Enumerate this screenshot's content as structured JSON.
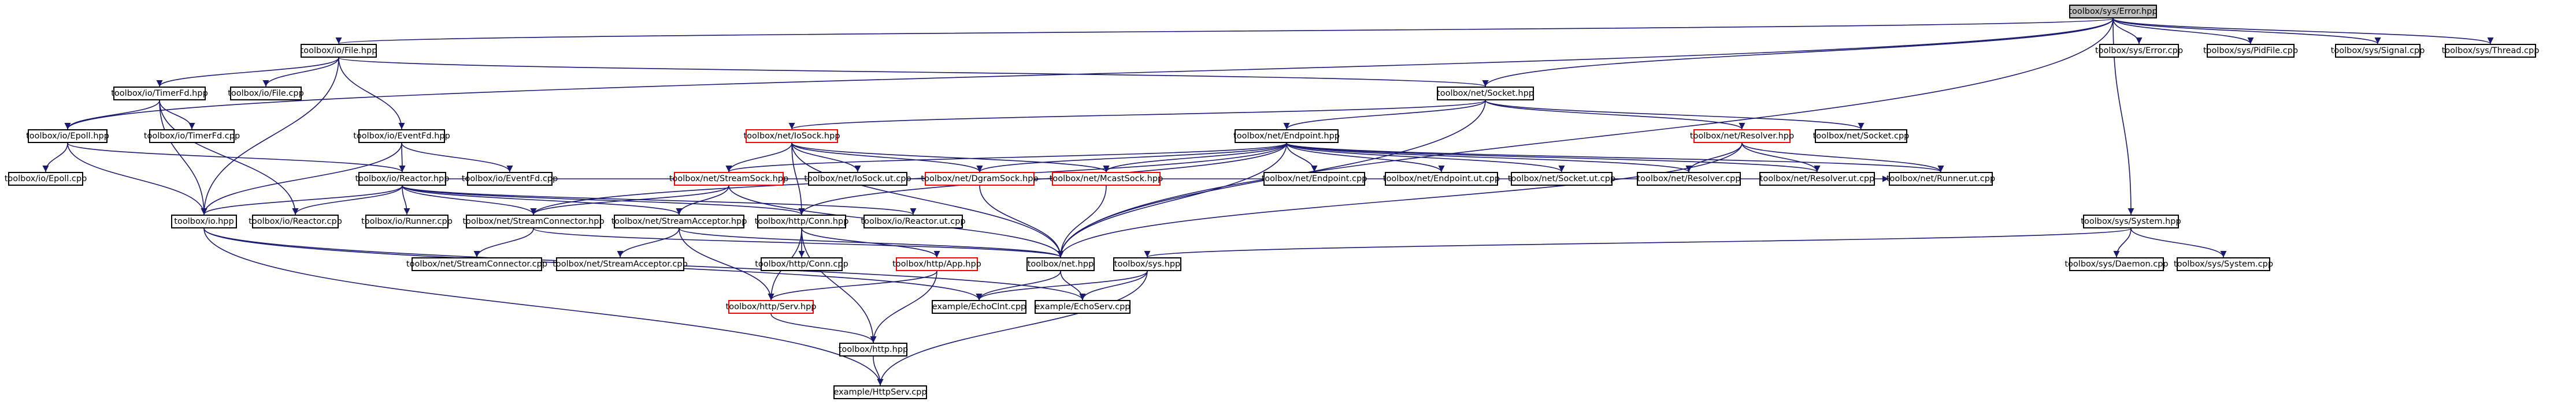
{
  "graph": {
    "root": "toolbox/sys/Error.hpp",
    "colors": {
      "edge": "#191970",
      "border": "#000000",
      "truncated_border": "#ff0000",
      "root_fill": "#bfbfbf"
    },
    "nodes": {
      "error_hpp": "toolbox/sys/Error.hpp",
      "io_file_hpp": "toolbox/io/File.hpp",
      "sys_error_cpp": "toolbox/sys/Error.cpp",
      "sys_pidfile_cpp": "toolbox/sys/PidFile.cpp",
      "sys_signal_cpp": "toolbox/sys/Signal.cpp",
      "sys_thread_cpp": "toolbox/sys/Thread.cpp",
      "io_timerfd_hpp": "toolbox/io/TimerFd.hpp",
      "io_file_cpp": "toolbox/io/File.cpp",
      "net_socket_hpp": "toolbox/net/Socket.hpp",
      "io_epoll_hpp": "toolbox/io/Epoll.hpp",
      "io_timerfd_cpp": "toolbox/io/TimerFd.cpp",
      "io_eventfd_hpp": "toolbox/io/EventFd.hpp",
      "net_iosock_hpp": "toolbox/net/IoSock.hpp",
      "net_endpoint_hpp": "toolbox/net/Endpoint.hpp",
      "net_resolver_hpp": "toolbox/net/Resolver.hpp",
      "net_socket_cpp": "toolbox/net/Socket.cpp",
      "io_epoll_cpp": "toolbox/io/Epoll.cpp",
      "io_reactor_hpp": "toolbox/io/Reactor.hpp",
      "io_eventfd_cpp": "toolbox/io/EventFd.cpp",
      "net_streamsock_hpp": "toolbox/net/StreamSock.hpp",
      "net_iosock_ut_cpp": "toolbox/net/IoSock.ut.cpp",
      "net_dgramsock_hpp": "toolbox/net/DgramSock.hpp",
      "net_mcastsock_hpp": "toolbox/net/McastSock.hpp",
      "net_endpoint_cpp": "toolbox/net/Endpoint.cpp",
      "net_endpoint_ut_cpp": "toolbox/net/Endpoint.ut.cpp",
      "net_socket_ut_cpp": "toolbox/net/Socket.ut.cpp",
      "net_resolver_cpp": "toolbox/net/Resolver.cpp",
      "net_resolver_ut_cpp": "toolbox/net/Resolver.ut.cpp",
      "net_runner_ut_cpp": "toolbox/net/Runner.ut.cpp",
      "io_hpp": "toolbox/io.hpp",
      "io_reactor_cpp": "toolbox/io/Reactor.cpp",
      "io_runner_cpp": "toolbox/io/Runner.cpp",
      "net_streamconnector_hpp": "toolbox/net/StreamConnector.hpp",
      "net_streamacceptor_hpp": "toolbox/net/StreamAcceptor.hpp",
      "http_conn_hpp": "toolbox/http/Conn.hpp",
      "io_reactor_ut_cpp": "toolbox/io/Reactor.ut.cpp",
      "sys_system_hpp": "toolbox/sys/System.hpp",
      "net_streamconnector_cpp": "toolbox/net/StreamConnector.cpp",
      "net_streamacceptor_cpp": "toolbox/net/StreamAcceptor.cpp",
      "http_conn_cpp": "toolbox/http/Conn.cpp",
      "http_app_hpp": "toolbox/http/App.hpp",
      "net_hpp": "toolbox/net.hpp",
      "sys_hpp": "toolbox/sys.hpp",
      "sys_daemon_cpp": "toolbox/sys/Daemon.cpp",
      "sys_system_cpp": "toolbox/sys/System.cpp",
      "http_serv_hpp": "toolbox/http/Serv.hpp",
      "example_echoclnt_cpp": "example/EchoClnt.cpp",
      "example_echoserv_cpp": "example/EchoServ.cpp",
      "http_hpp": "toolbox/http.hpp",
      "example_httpserv_cpp": "example/HttpServ.cpp"
    },
    "truncated_nodes": [
      "net_iosock_hpp",
      "net_resolver_hpp",
      "net_streamsock_hpp",
      "net_dgramsock_hpp",
      "net_mcastsock_hpp",
      "http_app_hpp",
      "http_serv_hpp"
    ],
    "edges": [
      [
        "error_hpp",
        "io_file_hpp"
      ],
      [
        "error_hpp",
        "sys_error_cpp"
      ],
      [
        "error_hpp",
        "sys_pidfile_cpp"
      ],
      [
        "error_hpp",
        "sys_signal_cpp"
      ],
      [
        "error_hpp",
        "sys_thread_cpp"
      ],
      [
        "error_hpp",
        "io_epoll_hpp"
      ],
      [
        "error_hpp",
        "net_socket_hpp"
      ],
      [
        "error_hpp",
        "sys_system_hpp"
      ],
      [
        "error_hpp",
        "net_hpp"
      ],
      [
        "io_file_hpp",
        "io_timerfd_hpp"
      ],
      [
        "io_file_hpp",
        "io_file_cpp"
      ],
      [
        "io_file_hpp",
        "net_socket_hpp"
      ],
      [
        "io_file_hpp",
        "io_eventfd_hpp"
      ],
      [
        "io_file_hpp",
        "io_hpp"
      ],
      [
        "io_timerfd_hpp",
        "io_epoll_hpp"
      ],
      [
        "io_timerfd_hpp",
        "io_timerfd_cpp"
      ],
      [
        "io_timerfd_hpp",
        "io_hpp"
      ],
      [
        "io_timerfd_hpp",
        "io_reactor_cpp"
      ],
      [
        "io_epoll_hpp",
        "io_epoll_cpp"
      ],
      [
        "io_epoll_hpp",
        "io_reactor_hpp"
      ],
      [
        "io_epoll_hpp",
        "io_hpp"
      ],
      [
        "io_eventfd_hpp",
        "io_eventfd_cpp"
      ],
      [
        "io_eventfd_hpp",
        "io_reactor_hpp"
      ],
      [
        "io_eventfd_hpp",
        "io_hpp"
      ],
      [
        "net_socket_hpp",
        "net_iosock_hpp"
      ],
      [
        "net_socket_hpp",
        "net_endpoint_hpp"
      ],
      [
        "net_socket_hpp",
        "net_resolver_hpp"
      ],
      [
        "net_socket_hpp",
        "net_socket_cpp"
      ],
      [
        "net_socket_hpp",
        "net_hpp"
      ],
      [
        "net_iosock_hpp",
        "net_streamsock_hpp"
      ],
      [
        "net_iosock_hpp",
        "net_iosock_ut_cpp"
      ],
      [
        "net_iosock_hpp",
        "net_dgramsock_hpp"
      ],
      [
        "net_iosock_hpp",
        "net_mcastsock_hpp"
      ],
      [
        "net_iosock_hpp",
        "net_hpp"
      ],
      [
        "net_iosock_hpp",
        "http_conn_hpp"
      ],
      [
        "net_endpoint_hpp",
        "net_streamsock_hpp"
      ],
      [
        "net_endpoint_hpp",
        "net_dgramsock_hpp"
      ],
      [
        "net_endpoint_hpp",
        "net_mcastsock_hpp"
      ],
      [
        "net_endpoint_hpp",
        "net_endpoint_cpp"
      ],
      [
        "net_endpoint_hpp",
        "net_endpoint_ut_cpp"
      ],
      [
        "net_endpoint_hpp",
        "net_socket_ut_cpp"
      ],
      [
        "net_endpoint_hpp",
        "net_resolver_cpp"
      ],
      [
        "net_endpoint_hpp",
        "net_resolver_ut_cpp"
      ],
      [
        "net_endpoint_hpp",
        "net_runner_ut_cpp"
      ],
      [
        "net_endpoint_hpp",
        "net_hpp"
      ],
      [
        "net_endpoint_hpp",
        "http_conn_hpp"
      ],
      [
        "net_endpoint_hpp",
        "net_streamconnector_hpp"
      ],
      [
        "net_resolver_hpp",
        "net_resolver_cpp"
      ],
      [
        "net_resolver_hpp",
        "net_resolver_ut_cpp"
      ],
      [
        "net_resolver_hpp",
        "net_runner_ut_cpp"
      ],
      [
        "net_resolver_hpp",
        "net_hpp"
      ],
      [
        "io_reactor_hpp",
        "io_hpp"
      ],
      [
        "io_reactor_hpp",
        "io_reactor_cpp"
      ],
      [
        "io_reactor_hpp",
        "io_runner_cpp"
      ],
      [
        "io_reactor_hpp",
        "net_streamconnector_hpp"
      ],
      [
        "io_reactor_hpp",
        "net_streamacceptor_hpp"
      ],
      [
        "io_reactor_hpp",
        "http_conn_hpp"
      ],
      [
        "io_reactor_hpp",
        "io_reactor_ut_cpp"
      ],
      [
        "io_reactor_hpp",
        "net_runner_ut_cpp"
      ],
      [
        "net_streamsock_hpp",
        "net_streamconnector_hpp"
      ],
      [
        "net_streamsock_hpp",
        "net_streamacceptor_hpp"
      ],
      [
        "net_streamsock_hpp",
        "net_hpp"
      ],
      [
        "net_dgramsock_hpp",
        "net_hpp"
      ],
      [
        "net_mcastsock_hpp",
        "net_hpp"
      ],
      [
        "net_streamconnector_hpp",
        "net_streamconnector_cpp"
      ],
      [
        "net_streamconnector_hpp",
        "net_hpp"
      ],
      [
        "net_streamacceptor_hpp",
        "net_streamacceptor_cpp"
      ],
      [
        "net_streamacceptor_hpp",
        "net_hpp"
      ],
      [
        "net_streamacceptor_hpp",
        "http_serv_hpp"
      ],
      [
        "http_conn_hpp",
        "http_conn_cpp"
      ],
      [
        "http_conn_hpp",
        "http_app_hpp"
      ],
      [
        "http_conn_hpp",
        "http_serv_hpp"
      ],
      [
        "http_conn_hpp",
        "http_hpp"
      ],
      [
        "http_app_hpp",
        "http_serv_hpp"
      ],
      [
        "http_app_hpp",
        "http_hpp"
      ],
      [
        "http_serv_hpp",
        "http_hpp"
      ],
      [
        "http_hpp",
        "example_httpserv_cpp"
      ],
      [
        "io_hpp",
        "example_echoclnt_cpp"
      ],
      [
        "io_hpp",
        "example_echoserv_cpp"
      ],
      [
        "io_hpp",
        "example_httpserv_cpp"
      ],
      [
        "net_hpp",
        "example_echoclnt_cpp"
      ],
      [
        "net_hpp",
        "example_echoserv_cpp"
      ],
      [
        "sys_system_hpp",
        "sys_daemon_cpp"
      ],
      [
        "sys_system_hpp",
        "sys_system_cpp"
      ],
      [
        "sys_system_hpp",
        "sys_hpp"
      ],
      [
        "sys_hpp",
        "example_echoclnt_cpp"
      ],
      [
        "sys_hpp",
        "example_echoserv_cpp"
      ],
      [
        "sys_hpp",
        "example_httpserv_cpp"
      ]
    ]
  }
}
